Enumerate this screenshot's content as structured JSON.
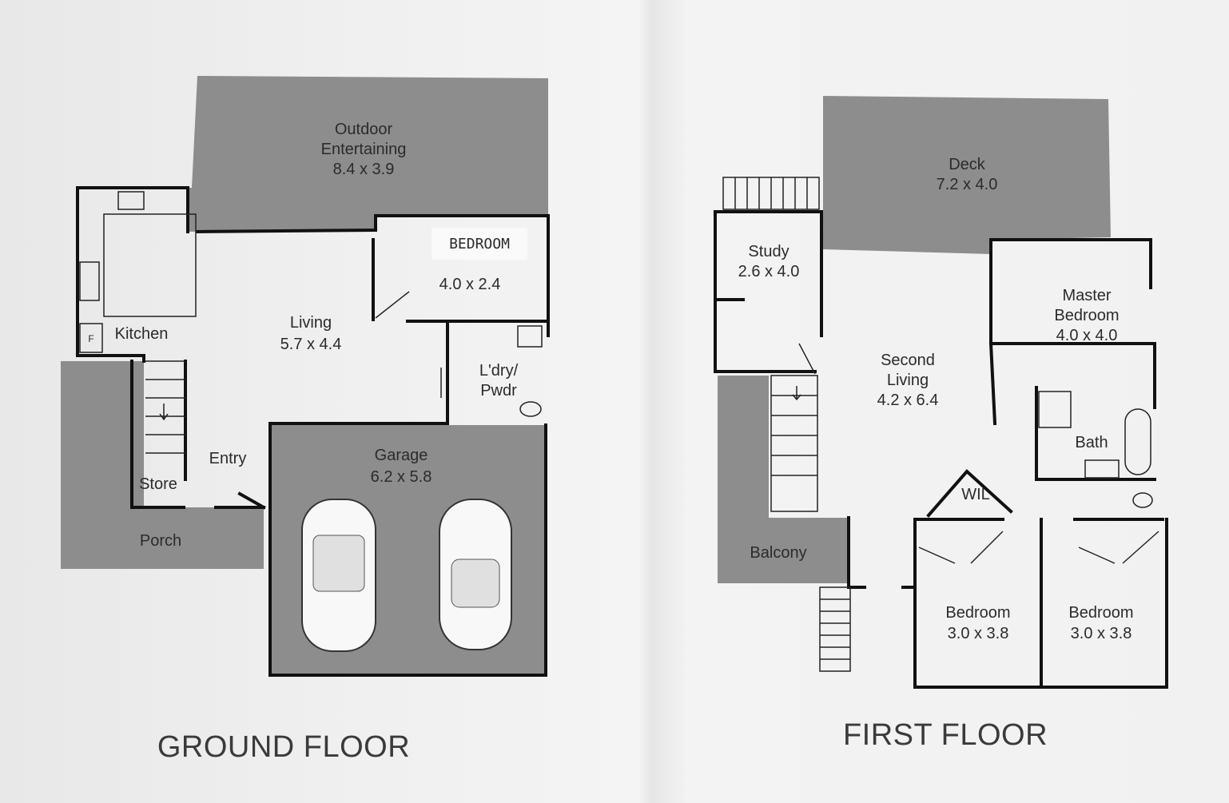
{
  "ground_floor": {
    "title": "GROUND FLOOR",
    "outdoor_entertaining": {
      "name_line1": "Outdoor",
      "name_line2": "Entertaining",
      "size": "8.4 x 3.9"
    },
    "bedroom": {
      "name": "BEDROOM",
      "size": "4.0 x 2.4"
    },
    "kitchen": {
      "name": "Kitchen",
      "fridge": "F"
    },
    "living": {
      "name": "Living",
      "size": "5.7 x 4.4"
    },
    "laundry": {
      "name_line1": "L'dry/",
      "name_line2": "Pwdr"
    },
    "entry": {
      "name": "Entry"
    },
    "store": {
      "name": "Store"
    },
    "garage": {
      "name": "Garage",
      "size": "6.2 x 5.8"
    },
    "porch": {
      "name": "Porch"
    }
  },
  "first_floor": {
    "title": "FIRST FLOOR",
    "deck": {
      "name": "Deck",
      "size": "7.2 x 4.0"
    },
    "study": {
      "name": "Study",
      "size": "2.6 x 4.0"
    },
    "master_bedroom": {
      "name_line1": "Master",
      "name_line2": "Bedroom",
      "size": "4.0 x 4.0"
    },
    "second_living": {
      "name_line1": "Second",
      "name_line2": "Living",
      "size": "4.2 x 6.4"
    },
    "bath": {
      "name": "Bath"
    },
    "wil": {
      "name": "WIL"
    },
    "balcony": {
      "name": "Balcony"
    },
    "bedroom_left": {
      "name": "Bedroom",
      "size": "3.0 x 3.8"
    },
    "bedroom_right": {
      "name": "Bedroom",
      "size": "3.0 x 3.8"
    }
  },
  "colors": {
    "shaded_area": "#8d8d8d",
    "wall": "#111111",
    "paper": "#f2f2f2"
  }
}
